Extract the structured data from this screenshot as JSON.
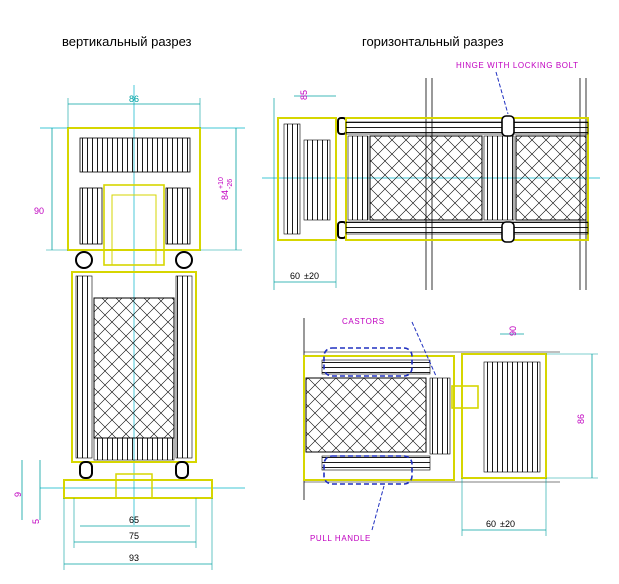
{
  "titles": {
    "vertical": "вертикальный разрез",
    "horizontal": "горизонтальный разрез"
  },
  "vertical_section": {
    "dim_top_width": "86",
    "dim_left_height": "90",
    "dim_right_height": "84",
    "dim_right_tol_upper": "+10",
    "dim_right_tol_lower": "-26",
    "dim_bottom_9": "9",
    "dim_bottom_5": "5",
    "dim_65": "65",
    "dim_75": "75",
    "dim_93": "93"
  },
  "horizontal_top": {
    "callout_hinge": "HINGE WITH LOCKING BOLT",
    "dim_85": "85",
    "dim_bottom": "60",
    "dim_bottom_tol": "±20"
  },
  "horizontal_bottom": {
    "callout_castors": "CASTORS",
    "callout_pull_handle": "PULL HANDLE",
    "dim_90": "90",
    "dim_86": "86",
    "dim_bottom": "60",
    "dim_bottom_tol": "±20"
  },
  "colors": {
    "profile": "#d6d600",
    "dimension": "#00a0a0",
    "axis": "#00b4c8",
    "annotation": "#c000c0",
    "castor": "#2030c0",
    "hatch": "#000000"
  }
}
